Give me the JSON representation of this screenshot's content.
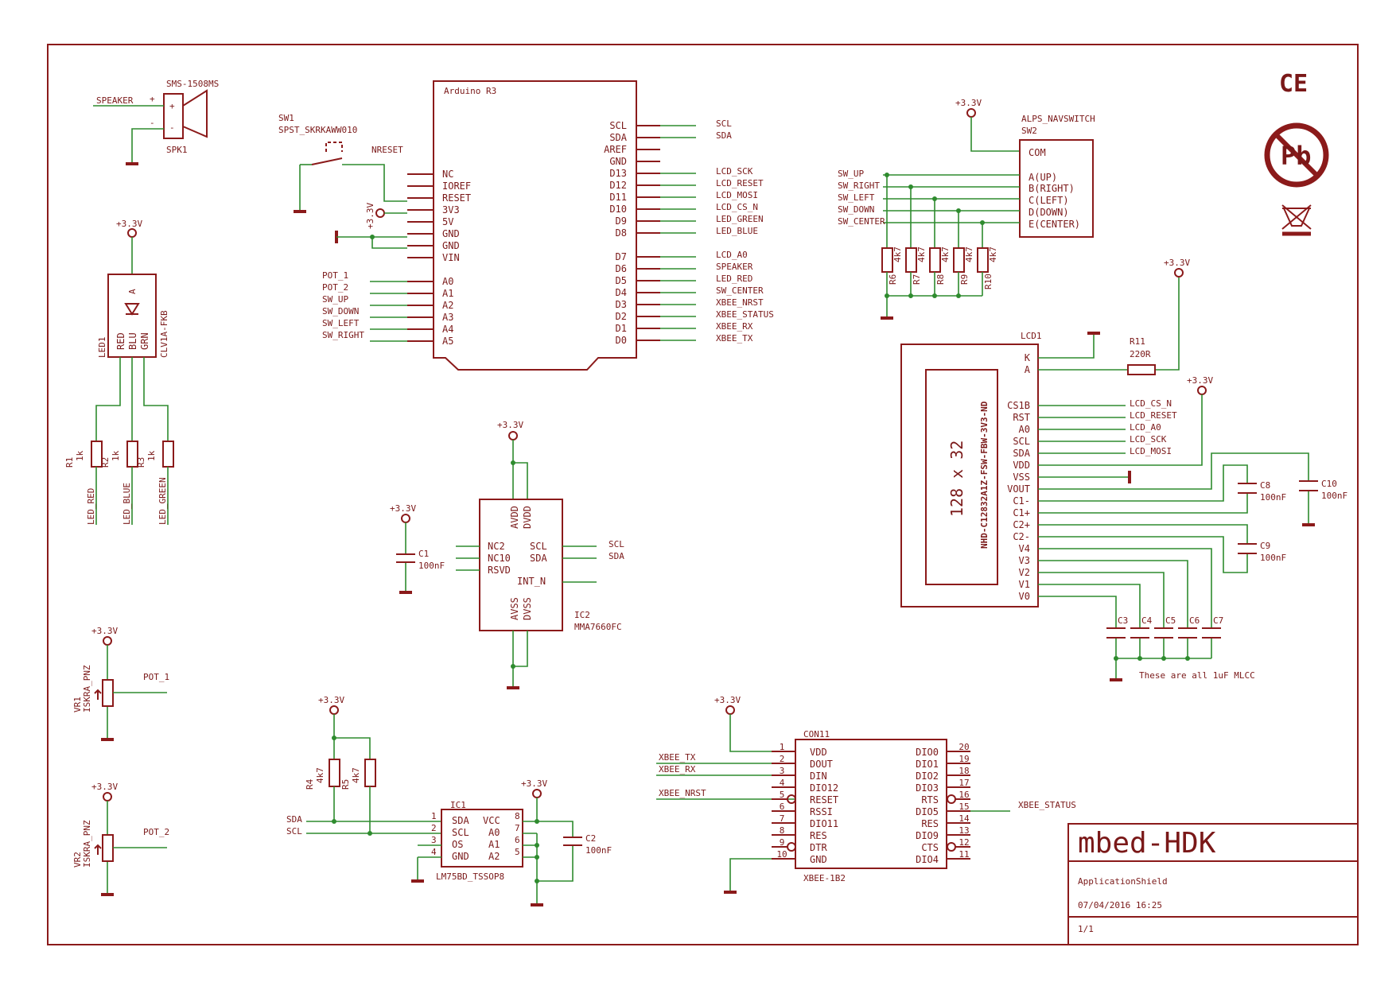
{
  "title_block": {
    "project": "mbed-HDK",
    "sheet": "ApplicationShield",
    "date": "07/04/2016 16:25",
    "page": "1/1"
  },
  "marks": {
    "ce": "CE",
    "pb": "Pb"
  },
  "power_label": "+3.3V",
  "speaker": {
    "part": "SMS-1508MS",
    "ref": "SPK1",
    "net": "SPEAKER",
    "plus": "+",
    "minus": "-"
  },
  "sw1": {
    "ref": "SW1",
    "part": "SPST_SKRKAWW010",
    "net": "NRESET"
  },
  "arduino": {
    "title": "Arduino R3",
    "left_pins": [
      "NC",
      "IOREF",
      "RESET",
      "3V3",
      "5V",
      "GND",
      "GND",
      "VIN",
      "A0",
      "A1",
      "A2",
      "A3",
      "A4",
      "A5"
    ],
    "right_pins": [
      "SCL",
      "SDA",
      "AREF",
      "GND",
      "D13",
      "D12",
      "D11",
      "D10",
      "D9",
      "D8",
      "D7",
      "D6",
      "D5",
      "D4",
      "D3",
      "D2",
      "D1",
      "D0"
    ],
    "left_nets": [
      "POT_1",
      "POT_2",
      "SW_UP",
      "SW_DOWN",
      "SW_LEFT",
      "SW_RIGHT"
    ],
    "right_nets": [
      "SCL",
      "SDA",
      "LCD_SCK",
      "LCD_RESET",
      "LCD_MOSI",
      "LCD_CS_N",
      "LED_GREEN",
      "LED_BLUE",
      "LCD_A0",
      "SPEAKER",
      "LED_RED",
      "SW_CENTER",
      "XBEE_NRST",
      "XBEE_STATUS",
      "XBEE_RX",
      "XBEE_TX"
    ]
  },
  "led1": {
    "ref": "LED1",
    "part": "CLV1A-FKB",
    "anode": "A",
    "channels": [
      "RED",
      "BLU",
      "GRN"
    ],
    "resistors": [
      {
        "ref": "R1",
        "value": "1k",
        "net": "LED_RED"
      },
      {
        "ref": "R2",
        "value": "1k",
        "net": "LED_BLUE"
      },
      {
        "ref": "R3",
        "value": "1k",
        "net": "LED_GREEN"
      }
    ]
  },
  "pots": [
    {
      "ref": "VR1",
      "part": "ISKRA_PNZ",
      "net": "POT_1"
    },
    {
      "ref": "VR2",
      "part": "ISKRA_PNZ",
      "net": "POT_2"
    }
  ],
  "ic2": {
    "ref": "IC2",
    "part": "MMA7660FC",
    "pins_left": [
      "NC2",
      "NC10",
      "RSVD"
    ],
    "pins_right": [
      "SCL",
      "SDA",
      "INT_N"
    ],
    "pins_top": [
      "AVDD",
      "DVDD"
    ],
    "pins_bottom": [
      "AVSS",
      "DVSS"
    ],
    "nets": [
      "SCL",
      "SDA"
    ],
    "c1": {
      "ref": "C1",
      "value": "100nF"
    }
  },
  "ic1": {
    "ref": "IC1",
    "part": "LM75BD_TSSOP8",
    "pins_left": [
      "SDA",
      "SCL",
      "OS",
      "GND"
    ],
    "pins_right": [
      "VCC",
      "A0",
      "A1",
      "A2"
    ],
    "nums_left": [
      "1",
      "2",
      "3",
      "4"
    ],
    "nums_right": [
      "8",
      "7",
      "6",
      "5"
    ],
    "nets": [
      "SDA",
      "SCL"
    ],
    "r4": {
      "ref": "R4",
      "value": "4k7"
    },
    "r5": {
      "ref": "R5",
      "value": "4k7"
    },
    "c2": {
      "ref": "C2",
      "value": "100nF"
    }
  },
  "con11": {
    "ref": "CON11",
    "part": "XBEE-1B2",
    "left_pins": [
      "VDD",
      "DOUT",
      "DIN",
      "DIO12",
      "RESET",
      "RSSI",
      "DIO11",
      "RES",
      "DTR",
      "GND"
    ],
    "right_pins": [
      "DIO0",
      "DIO1",
      "DIO2",
      "DIO3",
      "RTS",
      "DIO5",
      "RES",
      "DIO9",
      "CTS",
      "DIO4"
    ],
    "left_nums": [
      "1",
      "2",
      "3",
      "4",
      "5",
      "6",
      "7",
      "8",
      "9",
      "10"
    ],
    "right_nums": [
      "20",
      "19",
      "18",
      "17",
      "16",
      "15",
      "14",
      "13",
      "12",
      "11"
    ],
    "nets": [
      "XBEE_TX",
      "XBEE_RX",
      "XBEE_NRST",
      "XBEE_STATUS"
    ]
  },
  "sw2": {
    "part": "ALPS_NAVSWITCH",
    "ref": "SW2",
    "pins": [
      "COM",
      "A(UP)",
      "B(RIGHT)",
      "C(LEFT)",
      "D(DOWN)",
      "E(CENTER)"
    ],
    "nets": [
      "SW_UP",
      "SW_RIGHT",
      "SW_LEFT",
      "SW_DOWN",
      "SW_CENTER"
    ],
    "resistors": [
      {
        "ref": "R6",
        "value": "4k7"
      },
      {
        "ref": "R7",
        "value": "4k7"
      },
      {
        "ref": "R8",
        "value": "4k7"
      },
      {
        "ref": "R9",
        "value": "4k7"
      },
      {
        "ref": "R10",
        "value": "4k7"
      }
    ]
  },
  "lcd1": {
    "ref": "LCD1",
    "display": "128 x 32",
    "part": "NHD-C12832A1Z-FSW-FBW-3V3-ND",
    "pins": [
      "K",
      "A",
      "CS1B",
      "RST",
      "A0",
      "SCL",
      "SDA",
      "VDD",
      "VSS",
      "VOUT",
      "C1-",
      "C1+",
      "C2+",
      "C2-",
      "V4",
      "V3",
      "V2",
      "V1",
      "V0"
    ],
    "nets": [
      "LCD_CS_N",
      "LCD_RESET",
      "LCD_A0",
      "LCD_SCK",
      "LCD_MOSI"
    ],
    "r11": {
      "ref": "R11",
      "value": "220R"
    },
    "caps": [
      {
        "ref": "C8",
        "value": "100nF"
      },
      {
        "ref": "C9",
        "value": "100nF"
      },
      {
        "ref": "C10",
        "value": "100nF"
      }
    ],
    "small_caps": [
      "C3",
      "C4",
      "C5",
      "C6",
      "C7"
    ],
    "note": "These are all 1uF MLCC"
  }
}
